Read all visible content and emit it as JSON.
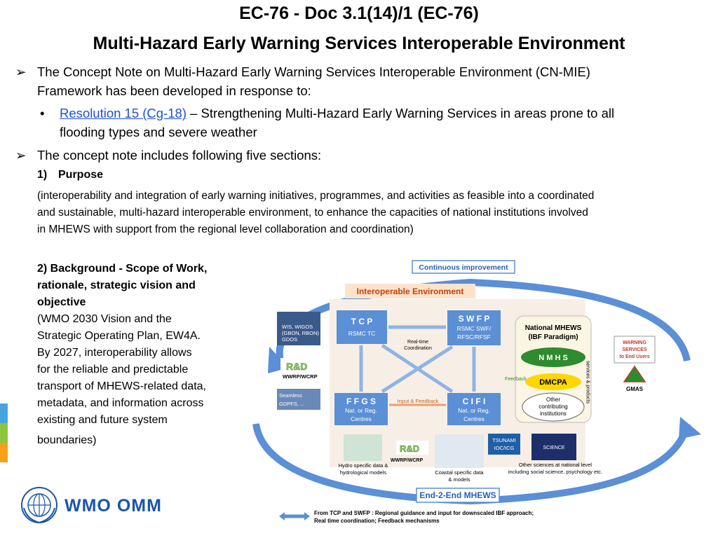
{
  "title": {
    "line1": "EC-76 - Doc 3.1(14)/1 (EC-76)",
    "line2": "Multi-Hazard Early Warning Services Interoperable Environment"
  },
  "bullets": {
    "b1_line1": "The Concept Note on Multi-Hazard Early Warning Services Interoperable Environment (CN-MIE)",
    "b1_line2": "Framework has been developed in response to:",
    "sub_link": "Resolution 15 (Cg-18)",
    "sub_text1": " – Strengthening Multi-Hazard Early Warning Services in areas prone to all",
    "sub_text2": "flooding types and severe weather",
    "b2": "The concept note includes following five sections:"
  },
  "sections": {
    "s1_num": "1)",
    "s1_title": "Purpose",
    "s1_l1": "(interoperability and integration of early warning initiatives, programmes, and activities as feasible into a coordinated",
    "s1_l2": "and sustainable, multi-hazard interoperable environment, to enhance the capacities of national institutions involved",
    "s1_l3": "in MHEWS with support from the regional level collaboration and coordination)",
    "s2_l1": "2)   Background - Scope of Work,",
    "s2_l2": "rationale, strategic vision and",
    "s2_l3": "objective",
    "s2_l4": "(WMO 2030 Vision and the",
    "s2_l5": "Strategic Operating Plan, EW4A.",
    "s2_l6": "By 2027, interoperability allows",
    "s2_l7": "for the reliable and predictable",
    "s2_l8": "transport of MHEWS-related data,",
    "s2_l9": "metadata, and information across",
    "s2_l10": "existing and future system",
    "s2_l11": "boundaries)"
  },
  "logo": {
    "text": "WMO OMM"
  },
  "diagram": {
    "continuous": "Continuous improvement",
    "interop": "Interoperable Environment",
    "wis": "WIS, WIGOS",
    "gbon": "(GBON, RBON)",
    "gdos": "GDOS",
    "rd": "R&D",
    "wwrp": "WWRP/WCRP",
    "seamless": "Seamless",
    "gdpfs": "GDPFS, ...",
    "tcp": "T C P",
    "tcp_sub": "RSMC TC",
    "swfp": "S W F P",
    "swfp_sub1": "RSMC SWF/",
    "swfp_sub2": "RFSC/RFSF",
    "realtime1": "Real-time",
    "realtime2": "Coordination",
    "ffgs": "F F G S",
    "ffgs_sub1": "Nat. or Reg.",
    "ffgs_sub2": "Centres",
    "cifi": "C I F I",
    "cifi_sub1": "Nat. or Reg.",
    "cifi_sub2": "Centres",
    "input_feedback": "Input & Feedback",
    "feedback": "Feedback",
    "nat_mhews1": "National MHEWS",
    "nat_mhews2": "(IBF Paradigm)",
    "nmhs": "N M H S",
    "dmcpa": "DMCPA",
    "other1": "Other",
    "other2": "contributing",
    "other3": "institutions",
    "services_products": "services & products",
    "warning1": "WARNING",
    "warning2": "SERVICES",
    "warning3": "to End Users",
    "gmas": "GMAS",
    "tsunami1": "TSUNAMI",
    "tsunami2": "IOC/ICG",
    "hydro1": "Hydro specific data &",
    "hydro2": "hydrological models",
    "rd2": "R&D",
    "wwrp2": "WWRP/WCRP",
    "coastal1": "Coastal specific data",
    "coastal2": "& models",
    "science_label": "SCIENCE",
    "other_sci1": "Other sciences at national level",
    "other_sci2": "including social science, psychology etc.",
    "end2end": "End-2-End MHEWS",
    "legend1": "From TCP and SWFP : Regional guidance and input for downscaled IBF approach;",
    "legend2": "Real time coordination; Feedback mechanisms"
  },
  "colors": {
    "blue_box": "#5b8fd6",
    "green": "#2e8b2e",
    "yellow": "#ffd700",
    "bar1": "#4aa3df",
    "bar2": "#8dc63f",
    "bar3": "#f7a11a"
  }
}
